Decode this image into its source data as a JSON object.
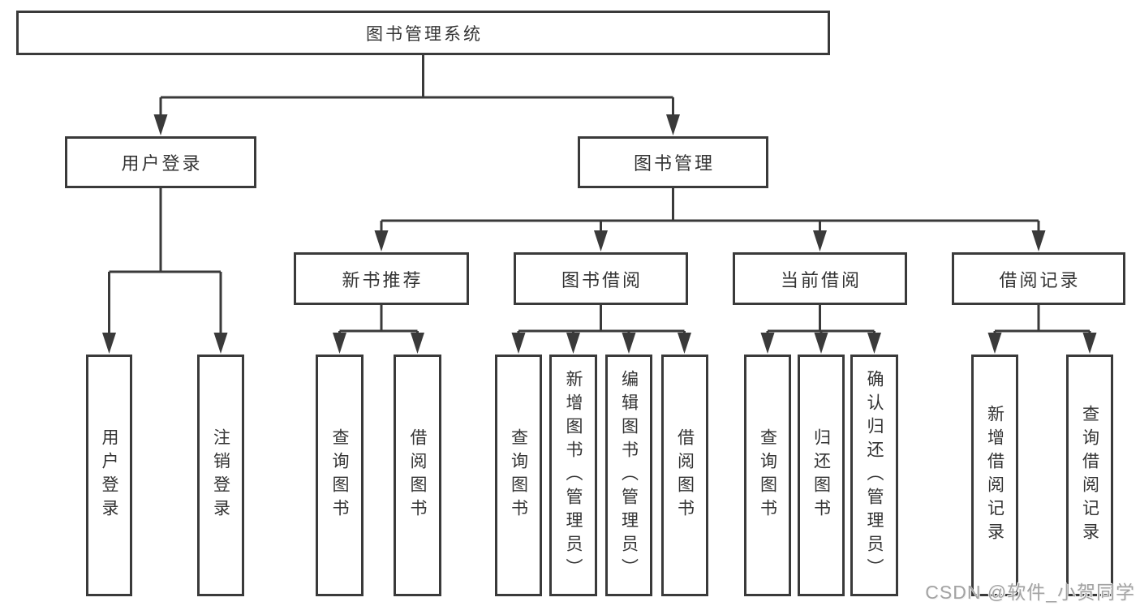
{
  "diagram": {
    "title_node": {
      "label": "图书管理系统"
    },
    "level2": [
      {
        "label": "用户登录"
      },
      {
        "label": "图书管理"
      }
    ],
    "level3": [
      {
        "label": "新书推荐"
      },
      {
        "label": "图书借阅"
      },
      {
        "label": "当前借阅"
      },
      {
        "label": "借阅记录"
      }
    ],
    "leaves": {
      "user_login": [
        "用户登录",
        "注销登录"
      ],
      "new_book": [
        "查询图书",
        "借阅图书"
      ],
      "book_borrow": [
        "查询图书",
        "新增图书（管理员）",
        "编辑图书（管理员）",
        "借阅图书"
      ],
      "current_borrow": [
        "查询图书",
        "归还图书",
        "确认归还（管理员）"
      ],
      "borrow_record": [
        "新增借阅记录",
        "查询借阅记录"
      ]
    }
  },
  "watermark": {
    "text": "CSDN @软件_小贺同学"
  },
  "colors": {
    "line": "#3a3a3a",
    "text": "#333333",
    "background": "#ffffff",
    "watermark": "#a3a3a3"
  }
}
